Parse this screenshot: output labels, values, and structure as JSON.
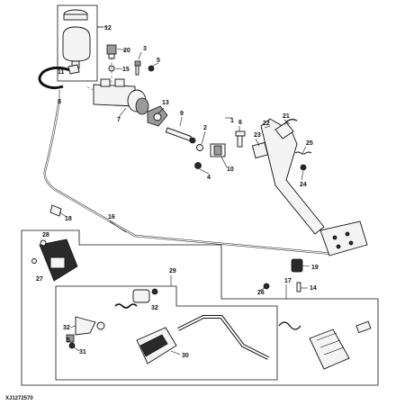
{
  "diagram": {
    "reference_code": "XJ1272570",
    "callouts": [
      "1",
      "2",
      "3",
      "4",
      "5",
      "6",
      "7",
      "8",
      "9",
      "10",
      "11",
      "12",
      "13",
      "14",
      "15",
      "16",
      "17",
      "18",
      "19",
      "20",
      "21",
      "22",
      "23",
      "24",
      "25",
      "26",
      "27",
      "28",
      "29",
      "30",
      "31",
      "32"
    ]
  }
}
